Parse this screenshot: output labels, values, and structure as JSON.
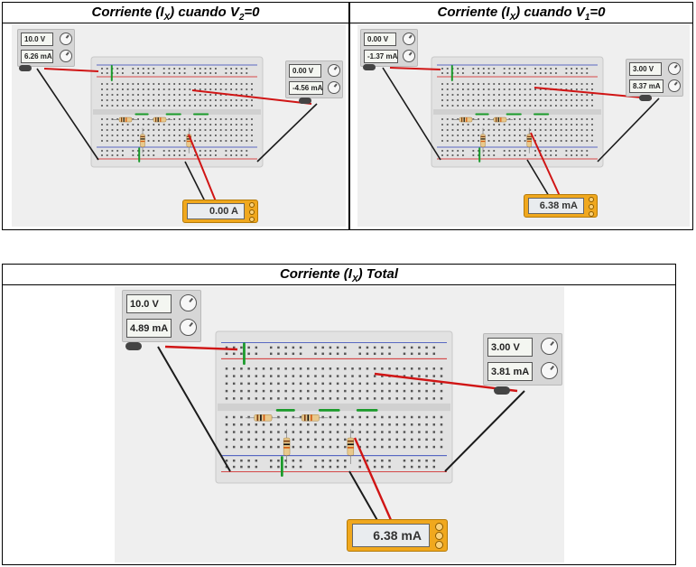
{
  "panels": [
    {
      "title_pre": "Corriente (I",
      "title_sub": "X",
      "title_mid": ") cuando V",
      "title_sub2": "2",
      "title_post": "=0",
      "supply_left": {
        "voltage": "10.0 V",
        "current": "6.26 mA"
      },
      "supply_right": {
        "voltage": "0.00 V",
        "current": "-4.56 mA"
      },
      "meter": {
        "reading": "0.00 A"
      }
    },
    {
      "title_pre": "Corriente (I",
      "title_sub": "X",
      "title_mid": ") cuando V",
      "title_sub2": "1",
      "title_post": "=0",
      "supply_left": {
        "voltage": "0.00 V",
        "current": "-1.37 mA"
      },
      "supply_right": {
        "voltage": "3.00 V",
        "current": "8.37 mA"
      },
      "meter": {
        "reading": "6.38 mA"
      }
    },
    {
      "title_pre": "Corriente (I",
      "title_sub": "X",
      "title_post": ") Total",
      "supply_left": {
        "voltage": "10.0 V",
        "current": "4.89 mA"
      },
      "supply_right": {
        "voltage": "3.00 V",
        "current": "3.81 mA"
      },
      "meter": {
        "reading": "6.38 mA"
      }
    }
  ],
  "colors": {
    "wire_red": "#d01515",
    "wire_black": "#1b1b1b",
    "jumper_green": "#1a9a2a",
    "meter_orange": "#f0a81e",
    "breadboard": "#e4e4e4"
  }
}
